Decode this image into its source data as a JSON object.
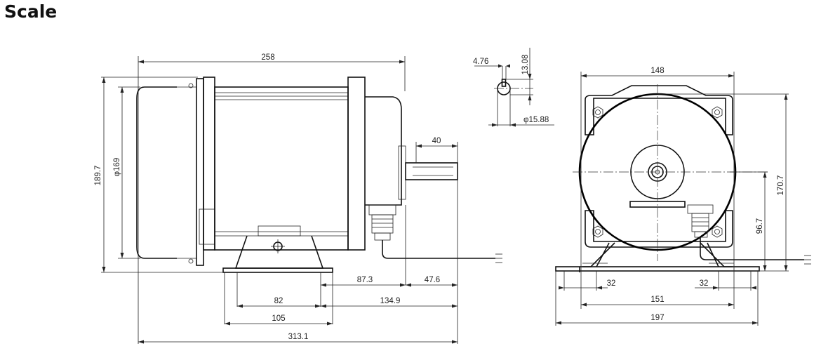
{
  "page": {
    "title": "Scale"
  },
  "side_view": {
    "overall_length_top": "258",
    "height_left": "189.7",
    "body_diameter": "φ169",
    "shaft_length": "40",
    "dim_87_3": "87.3",
    "dim_47_6": "47.6",
    "dim_82": "82",
    "dim_134_9": "134.9",
    "dim_105": "105",
    "overall_length_bottom": "313.1"
  },
  "shaft_detail": {
    "key_width": "4.76",
    "key_height": "13.08",
    "shaft_diameter": "φ15.88"
  },
  "front_view": {
    "width_top": "148",
    "overall_height": "170.7",
    "shaft_height": "96.7",
    "foot_left": "32",
    "foot_right": "32",
    "bolt_span": "151",
    "base_width": "197"
  }
}
